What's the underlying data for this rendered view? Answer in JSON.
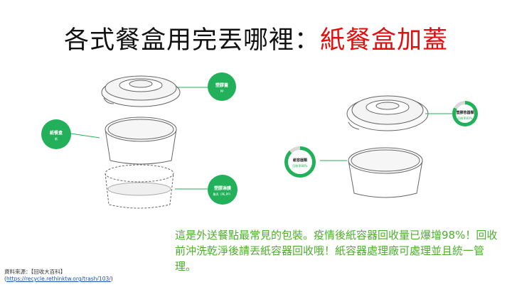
{
  "title": {
    "main": "各式餐盒用完丟哪裡：",
    "accent": "紙餐盒加蓋"
  },
  "left_labels": [
    {
      "title": "塑膠蓋",
      "sub": "PP"
    },
    {
      "title": "紙餐盒",
      "sub": "紙"
    },
    {
      "title": "塑膠淋膜",
      "sub": "聚丙（PE,PP）"
    }
  ],
  "right_labels": [
    {
      "title": "塑膠容器類",
      "sub": "回收率83%",
      "rate": 0.83
    },
    {
      "title": "紙容器類",
      "sub": "回收率88%",
      "rate": 0.88
    }
  ],
  "description": "這是外送餐點最常見的包裝。疫情後紙容器回收量已爆增98%！回收前沖洗乾淨後請丟紙容器回收哦！紙容器處理廠可處理並且統一管理。",
  "source": {
    "label": "資料來源：【回收大百科】",
    "link_open": "(",
    "link": "https://recycle.rethinktw.org/trash/103/",
    "link_close": ")"
  },
  "colors": {
    "accent": "#e01010",
    "green": "#22b15a",
    "text_green": "#4cae2c"
  }
}
